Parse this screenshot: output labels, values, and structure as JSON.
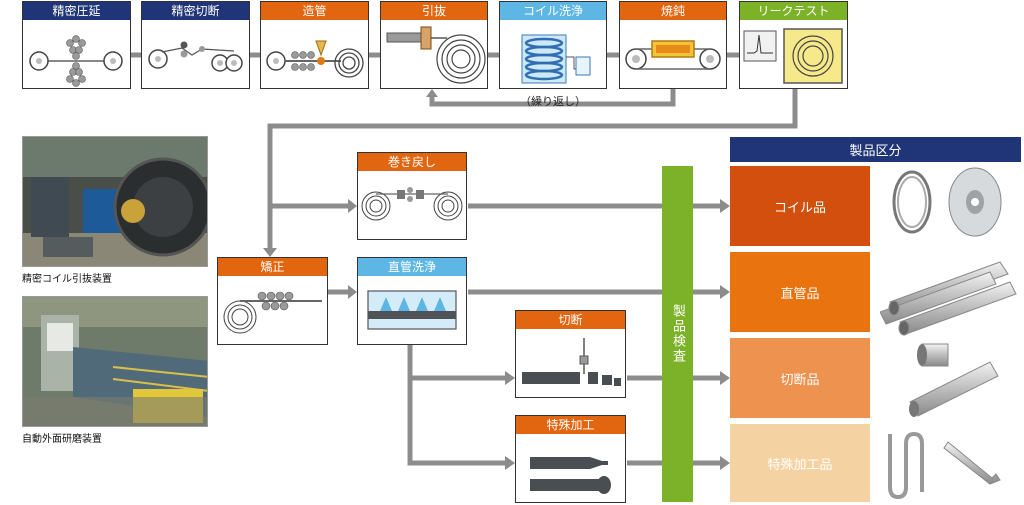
{
  "processes": {
    "p1": "精密圧延",
    "p2": "精密切断",
    "p3": "造管",
    "p4": "引抜",
    "p5": "コイル洗浄",
    "p6": "焼鈍",
    "p7": "リークテスト",
    "rewind": "巻き戻し",
    "straighten": "矯正",
    "straight_wash": "直管洗浄",
    "cutting": "切断",
    "special": "特殊加工"
  },
  "repeat_label": "（繰り返し）",
  "inspection": "製品検査",
  "product_header": "製品区分",
  "products": [
    "コイル品",
    "直管品",
    "切断品",
    "特殊加工品"
  ],
  "photos": {
    "photo1_caption": "精密コイル引抜装置",
    "photo2_caption": "自動外面研磨装置"
  },
  "colors": {
    "navy": "#1f3577",
    "orange": "#e2650f",
    "blue": "#5db6e4",
    "green": "#7cb228",
    "product1": "#d34f0e",
    "product2": "#e8730f",
    "product3": "#ee9250",
    "product4": "#f5d2a2"
  }
}
